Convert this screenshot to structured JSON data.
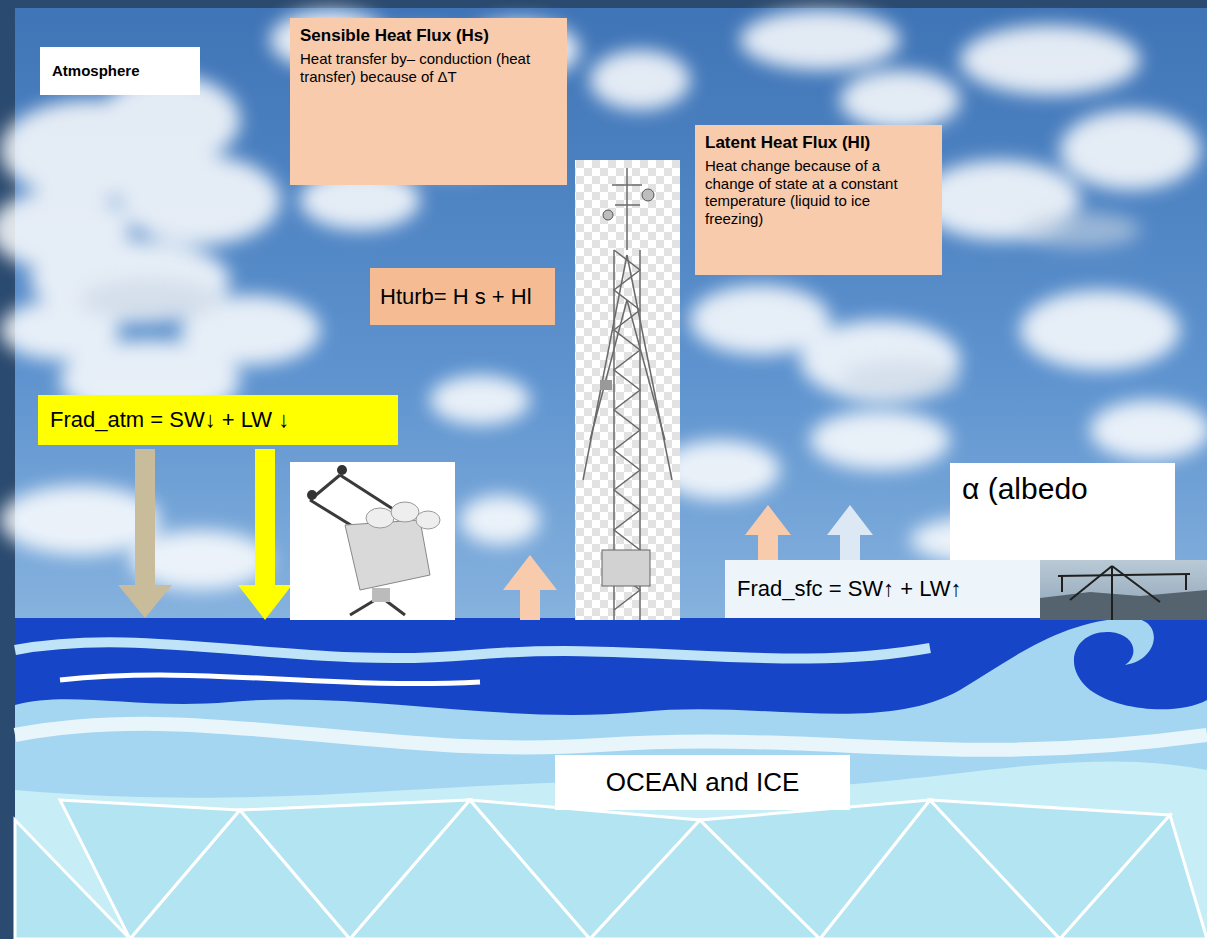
{
  "diagram": {
    "nodes": [
      {
        "text": [
          "Atmosphere"
        ]
      },
      {
        "text": [
          "Sensible Heat Flux (Hs)",
          "Heat transfer by– conduction (heat transfer) because of ΔT"
        ]
      },
      {
        "text": [
          "Latent Heat Flux (Hl)",
          "Heat change because of a change of state at a constant temperature (liquid to ice freezing)"
        ]
      },
      {
        "text": [
          "Hturb= H s + Hl"
        ]
      },
      {
        "text": [
          "Frad_atm = SW↓ + LW ↓"
        ]
      },
      {
        "text": [
          "α (albedo"
        ]
      },
      {
        "text": [
          "Frad_sfc = SW↑ + LW↑"
        ]
      },
      {
        "text": [
          "OCEAN and ICE"
        ]
      }
    ]
  }
}
